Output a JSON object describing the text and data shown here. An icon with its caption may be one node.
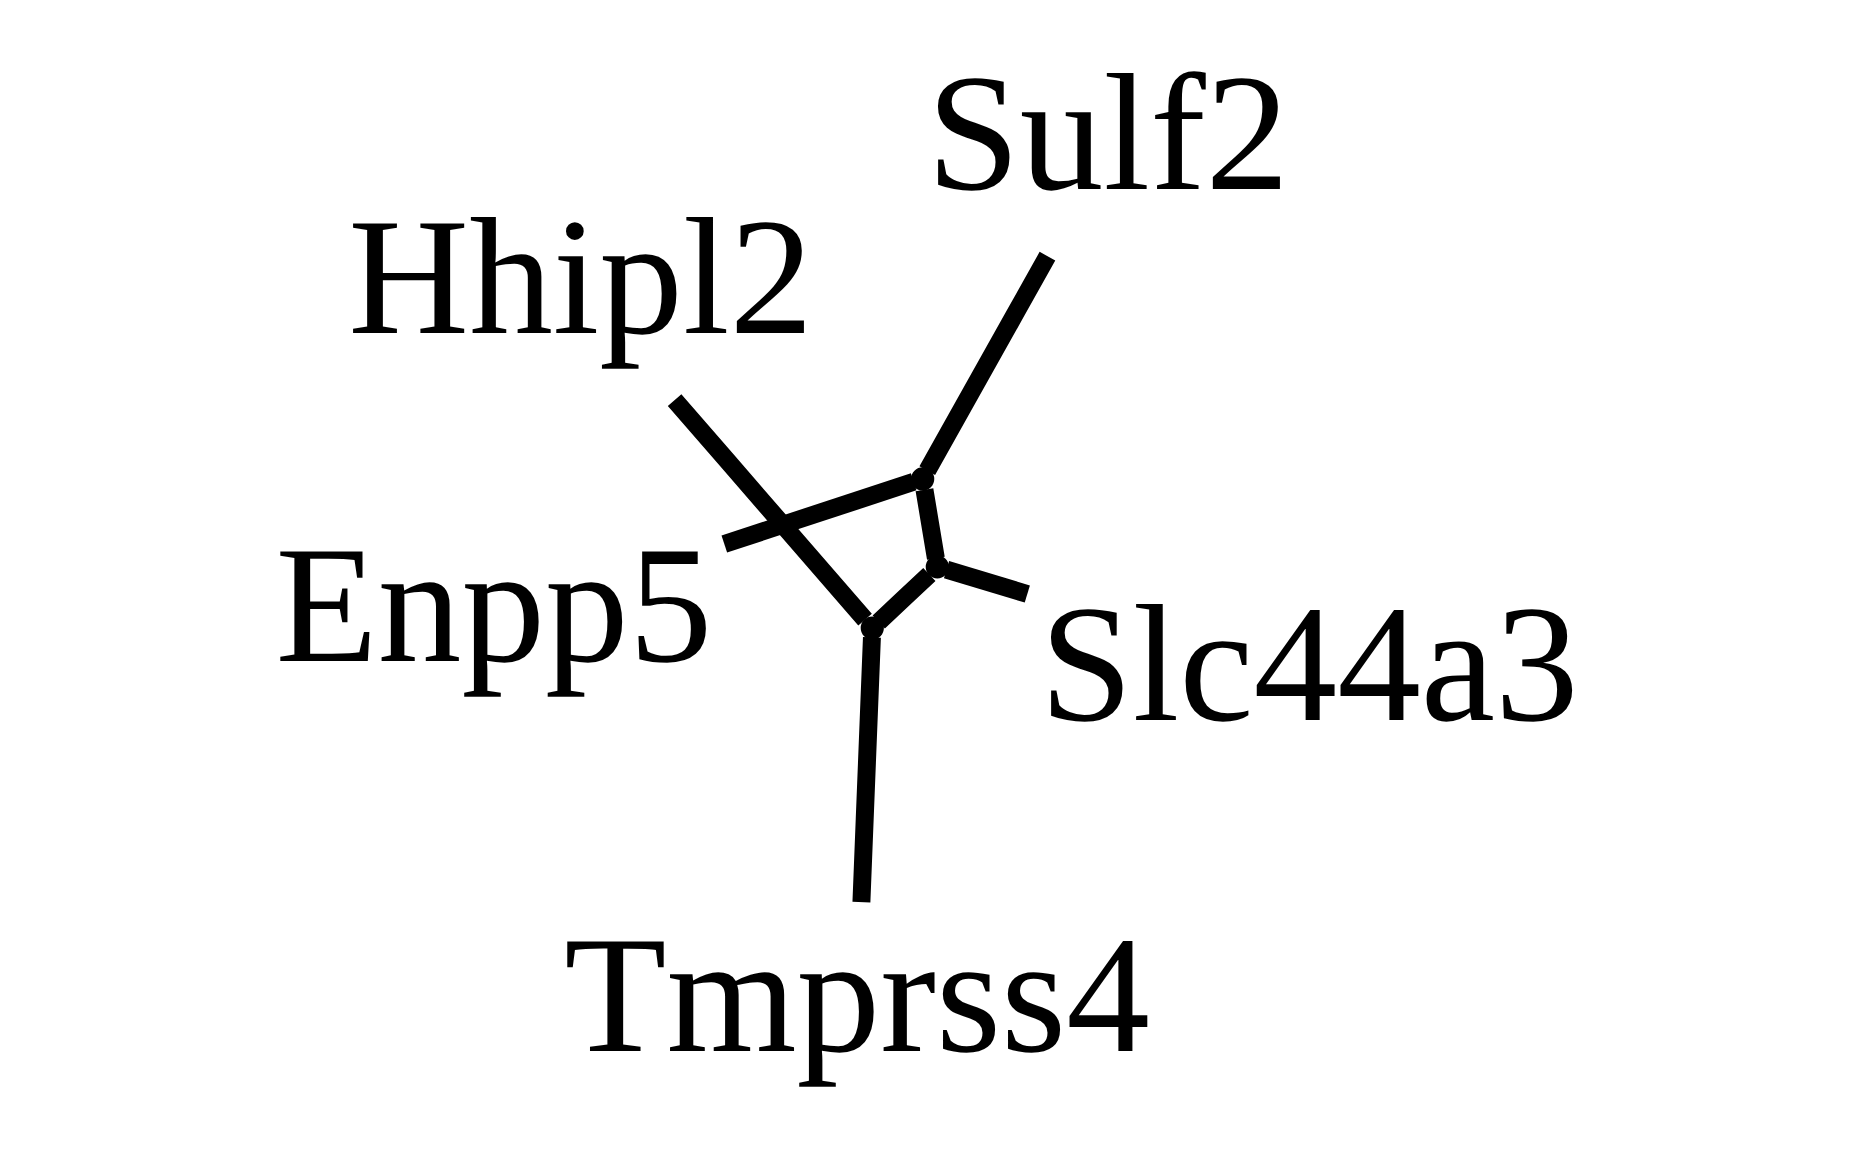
{
  "diagram": {
    "nodes": [
      {
        "text": [
          "Hhipl2"
        ]
      },
      {
        "text": [
          "Sulf2"
        ]
      },
      {
        "text": [
          "Tmprss4"
        ]
      },
      {
        "text": [],
        "shape": "point"
      },
      {
        "text": [],
        "shape": "point"
      },
      {
        "text": [],
        "shape": "point"
      },
      {
        "text": [
          "Enpp5"
        ]
      },
      {
        "text": [
          "Slc44a3"
        ]
      }
    ],
    "edges": [
      {
        "from": 5,
        "to": 0,
        "arrow": "none"
      },
      {
        "from": 5,
        "to": 2,
        "arrow": "none"
      },
      {
        "from": 4,
        "to": 5,
        "arrow": "none"
      },
      {
        "from": 4,
        "to": 7,
        "arrow": "none"
      },
      {
        "from": 3,
        "to": 4,
        "arrow": "none"
      },
      {
        "from": 3,
        "to": 1,
        "arrow": "none"
      },
      {
        "from": 3,
        "to": 6,
        "arrow": "none"
      }
    ]
  }
}
